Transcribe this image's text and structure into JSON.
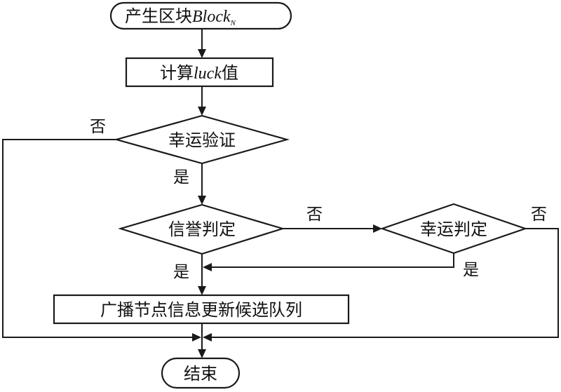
{
  "nodes": {
    "start": {
      "prefix": "产生区块",
      "var": "Block",
      "sub": "N"
    },
    "calc": {
      "prefix": "计算",
      "var": "luck",
      "suffix": "值"
    },
    "luck_verify": {
      "label": "幸运验证"
    },
    "credit_judge": {
      "label": "信誉判定"
    },
    "luck_judge": {
      "label": "幸运判定"
    },
    "broadcast": {
      "label": "广播节点信息更新候选队列"
    },
    "end": {
      "label": "结束"
    }
  },
  "edges": {
    "luck_verify_no": "否",
    "luck_verify_yes": "是",
    "credit_no": "否",
    "credit_yes": "是",
    "luck_judge_no": "否",
    "luck_judge_yes": "是"
  }
}
